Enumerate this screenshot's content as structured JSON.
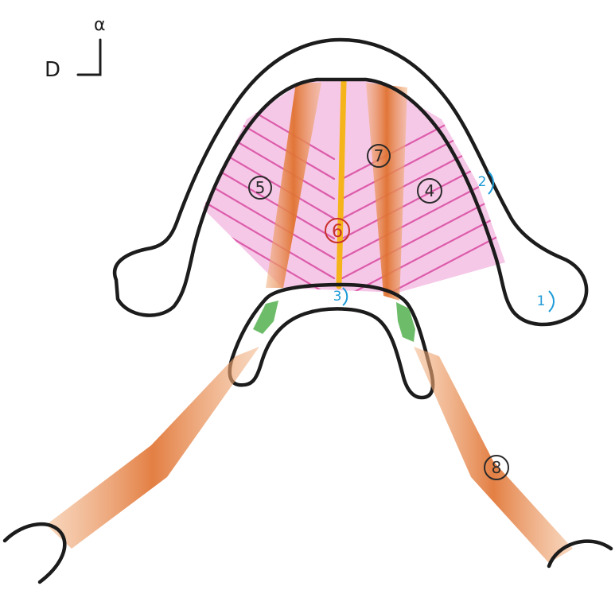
{
  "orientation": {
    "left": "D",
    "top": "α"
  },
  "labels": {
    "l1": "1",
    "l2": "2",
    "l3": "3",
    "l4": "4",
    "l5": "5",
    "l6": "6",
    "l7": "7",
    "l8": "8"
  },
  "colors": {
    "outline": "#1c1c1c",
    "muscle": "#e0712f",
    "muscle_pale": "#f2b486",
    "membrane": "#f6c8e7",
    "membrane_lines": "#d84aa0",
    "midline": "#f4b41a",
    "attachment": "#54b04f",
    "label_blue": "#1e9bd7",
    "label_red": "#c8302c"
  }
}
